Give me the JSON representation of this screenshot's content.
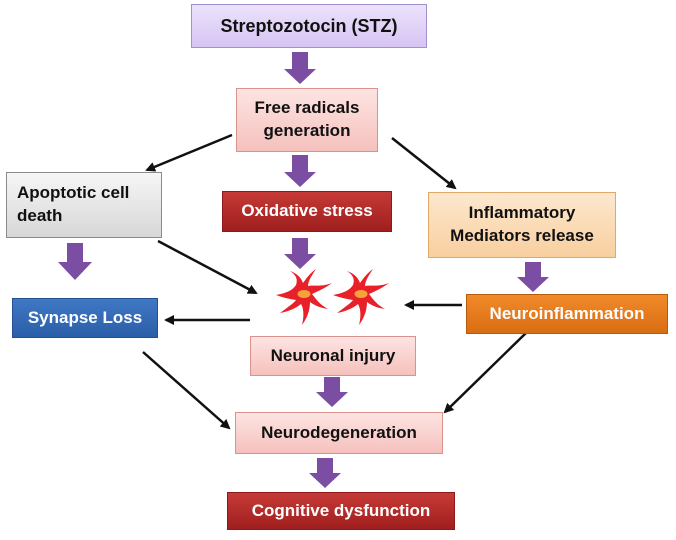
{
  "nodes": {
    "stz": "Streptozotocin (STZ)",
    "free_radicals": "Free radicals generation",
    "apoptotic": "Apoptotic cell death",
    "oxidative": "Oxidative stress",
    "inflammatory": "Inflammatory Mediators release",
    "synapse": "Synapse Loss",
    "neuroinflammation": "Neuroinflammation",
    "neuronal_injury": "Neuronal injury",
    "neurodegeneration": "Neurodegeneration",
    "cognitive": "Cognitive dysfunction"
  },
  "colors": {
    "purple_arrow": "#7b4ea3",
    "black_arrow": "#111111",
    "neuron_fill": "#e8202a",
    "neuron_nucleus": "#f6a23a"
  },
  "icons": [
    "neuron-icon",
    "neuron-icon"
  ]
}
